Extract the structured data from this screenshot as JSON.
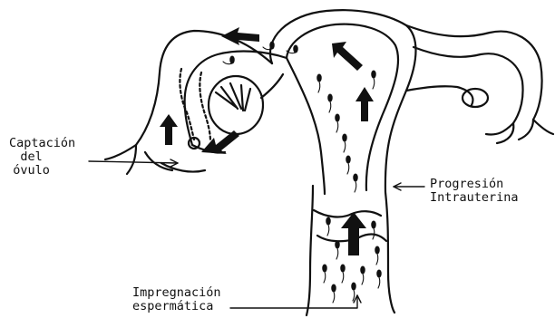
{
  "labels": {
    "captacion": [
      "Captación",
      "del",
      "óvulo"
    ],
    "progresion": [
      "Progresión",
      "Intrauterina"
    ],
    "impregnacion": [
      "Impregnación",
      "espermática"
    ]
  },
  "colors": {
    "ink": "#111111",
    "background": "#ffffff"
  }
}
